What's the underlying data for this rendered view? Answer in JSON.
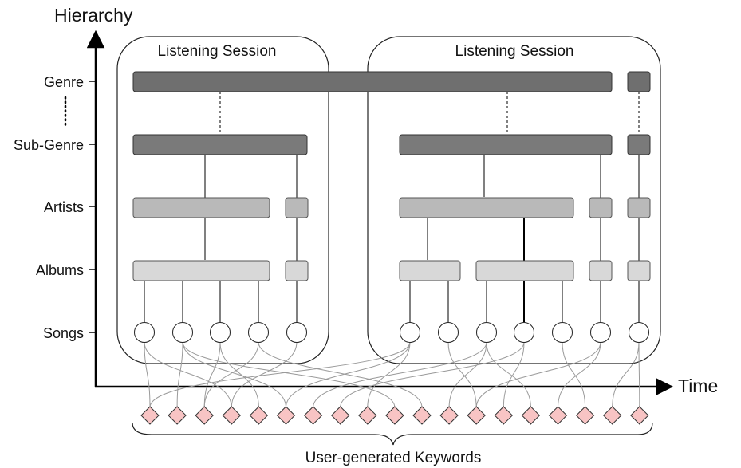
{
  "axes": {
    "y_label": "Hierarchy",
    "x_label": "Time"
  },
  "levels": [
    "Genre",
    "Sub-Genre",
    "Artists",
    "Albums",
    "Songs"
  ],
  "sessions": [
    {
      "label": "Listening Session"
    },
    {
      "label": "Listening Session"
    }
  ],
  "keywords_label": "User-generated Keywords",
  "keyword_count": 19,
  "song_count": 12,
  "colors": {
    "genre": "#6f6f6f",
    "subgenre": "#7a7a7a",
    "artist": "#b9b9b9",
    "album": "#d8d8d8",
    "keyword_fill": "#f8c4c4",
    "link": "#9a9a9a"
  }
}
